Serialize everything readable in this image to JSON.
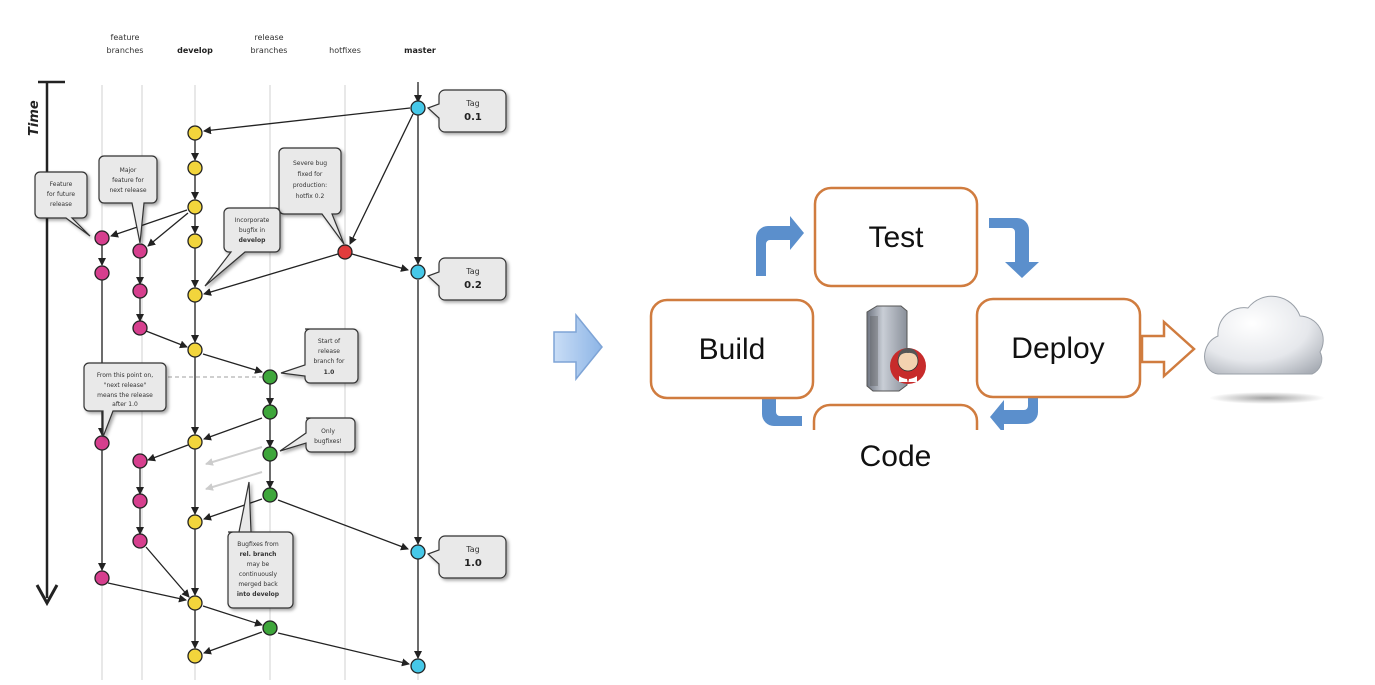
{
  "gitflow": {
    "columns": [
      {
        "label_lines": [
          "feature",
          "branches"
        ],
        "bold": false
      },
      {
        "label_lines": [
          "develop"
        ],
        "bold": true
      },
      {
        "label_lines": [
          "release",
          "branches"
        ],
        "bold": false
      },
      {
        "label_lines": [
          "hotfixes"
        ],
        "bold": false
      },
      {
        "label_lines": [
          "master"
        ],
        "bold": true
      }
    ],
    "time_label": "Time",
    "tags": [
      {
        "label": "Tag",
        "version": "0.1"
      },
      {
        "label": "Tag",
        "version": "0.2"
      },
      {
        "label": "Tag",
        "version": "1.0"
      }
    ],
    "notes": [
      {
        "id": "feature-future",
        "lines": [
          "Feature",
          "for future",
          "release"
        ],
        "bold": []
      },
      {
        "id": "major-feature",
        "lines": [
          "Major",
          "feature for",
          "next release"
        ],
        "bold": []
      },
      {
        "id": "severe-bug",
        "lines": [
          "Severe bug",
          "fixed for",
          "production:",
          "hotfix 0.2"
        ],
        "bold": []
      },
      {
        "id": "incorporate",
        "lines": [
          "Incorporate",
          "bugfix in",
          "develop"
        ],
        "bold": [
          2
        ]
      },
      {
        "id": "start-release",
        "lines": [
          "Start of",
          "release",
          "branch for",
          "1.0"
        ],
        "bold": [
          3
        ]
      },
      {
        "id": "from-this-point",
        "lines": [
          "From this point on,",
          "\"next release\"",
          "means the release",
          "after 1.0"
        ],
        "bold": []
      },
      {
        "id": "only-bugfixes",
        "lines": [
          "Only",
          "bugfixes!"
        ],
        "bold": []
      },
      {
        "id": "bugfixes-from",
        "lines": [
          "Bugfixes from",
          "rel. branch",
          "may be",
          "continuously",
          "merged back",
          "into develop"
        ],
        "bold": [
          1,
          5
        ]
      }
    ],
    "colors": {
      "feature": "#d63f8e",
      "develop": "#f2d53c",
      "release": "#3ea63b",
      "hotfix": "#e23c3c",
      "master": "#46c8e8"
    }
  },
  "arrow_color": "#9fc2ee",
  "cicd": {
    "stages": {
      "test": "Test",
      "build": "Build",
      "deploy": "Deploy",
      "code": "Code"
    },
    "box_border": "#d07c3f",
    "loop_arrow_color": "#5b8fcc",
    "server_icon": "jenkins-server-icon",
    "cloud_icon": "cloud-icon"
  }
}
